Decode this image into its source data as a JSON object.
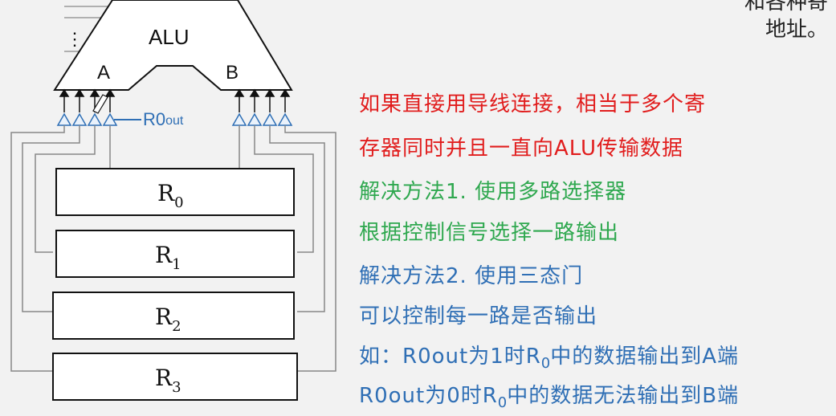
{
  "diagram": {
    "alu_label": "ALU",
    "port_a": "A",
    "port_b": "B",
    "dots": "⋮",
    "control_signal": "R0",
    "control_signal_sub": "out",
    "registers": [
      {
        "base": "R",
        "sub": "0"
      },
      {
        "base": "R",
        "sub": "1"
      },
      {
        "base": "R",
        "sub": "2"
      },
      {
        "base": "R",
        "sub": "3"
      }
    ]
  },
  "corner": {
    "line1": "和各种寄",
    "line2": "地址。"
  },
  "notes": {
    "problem_line1": "如果直接用导线连接，相当于多个寄",
    "problem_line2": "存器同时并且一直向ALU传输数据",
    "solution1_line1": "解决方法1. 使用多路选择器",
    "solution1_line2": "根据控制信号选择一路输出",
    "solution2_line1": "解决方法2. 使用三态门",
    "solution2_line2": "可以控制每一路是否输出",
    "example1_pre": "如：R0out为1时R",
    "example1_sub": "0",
    "example1_post": "中的数据输出到A端",
    "example2_pre": "R0out为0时R",
    "example2_sub": "0",
    "example2_post": "中的数据无法输出到B端"
  },
  "colors": {
    "problem": "#e11d1d",
    "solution1": "#2fa84f",
    "solution2": "#2f6fb5",
    "diagram_line": "#111111",
    "wire": "#888888",
    "buffer": "#2f6fb5"
  }
}
